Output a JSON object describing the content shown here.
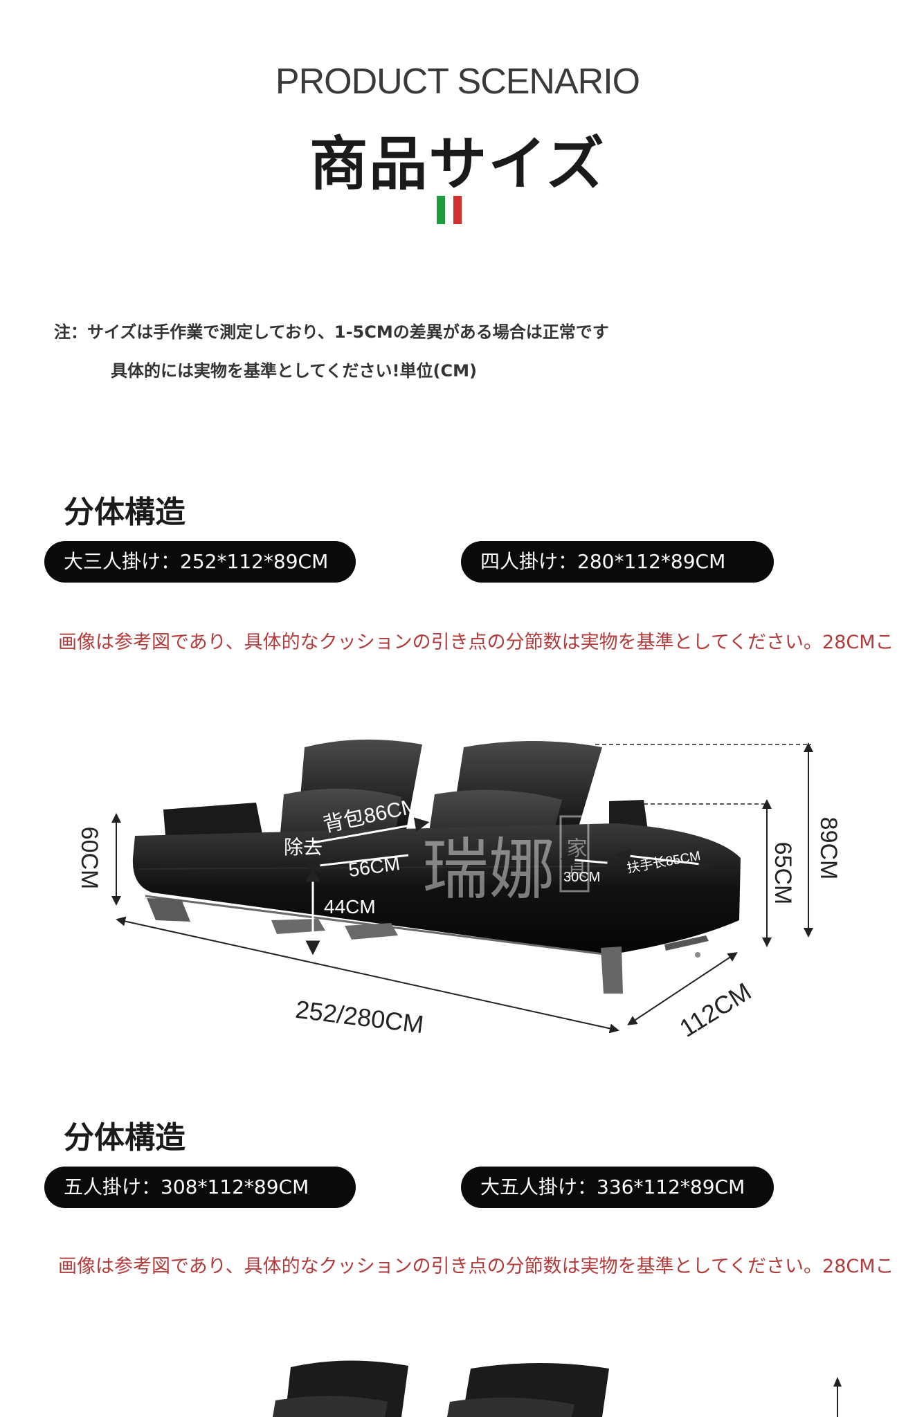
{
  "header": {
    "subtitle_en": "PRODUCT SCENARIO",
    "title_jp": "商品サイズ",
    "flag_colors": [
      "#1f9c3e",
      "#ffffff",
      "#d32f2f"
    ]
  },
  "notes": {
    "line1": "注：サイズは手作業で測定しており、1-5CMの差異がある場合は正常です",
    "line2": "具体的には実物を基準としてください!単位(CM)"
  },
  "sections": [
    {
      "title": "分体構造",
      "pill_left": "大三人掛け：252*112*89CM",
      "pill_right": "四人掛け：280*112*89CM",
      "reference_note": "画像は参考図であり、具体的なクッションの引き点の分節数は実物を基準としてください。28CMこ"
    },
    {
      "title": "分体構造",
      "pill_left": "五人掛け：308*112*89CM",
      "pill_right": "大五人掛け：336*112*89CM",
      "reference_note": "画像は参考図であり、具体的なクッションの引き点の分節数は実物を基準としてください。28CMこ"
    }
  ],
  "diagram": {
    "dim_seat_height": "60CM",
    "dim_backrest": "背包86CM",
    "dim_remove": "除去",
    "dim_seat_depth": "56CM",
    "dim_seat_floor": "44CM",
    "dim_armrest_width": "30CM",
    "dim_armrest_length": "扶手长85CM",
    "dim_arm_height": "65CM",
    "dim_total_height": "89CM",
    "dim_length": "252/280CM",
    "dim_depth": "112CM",
    "watermark_main": "瑞娜",
    "watermark_box": "家具"
  }
}
